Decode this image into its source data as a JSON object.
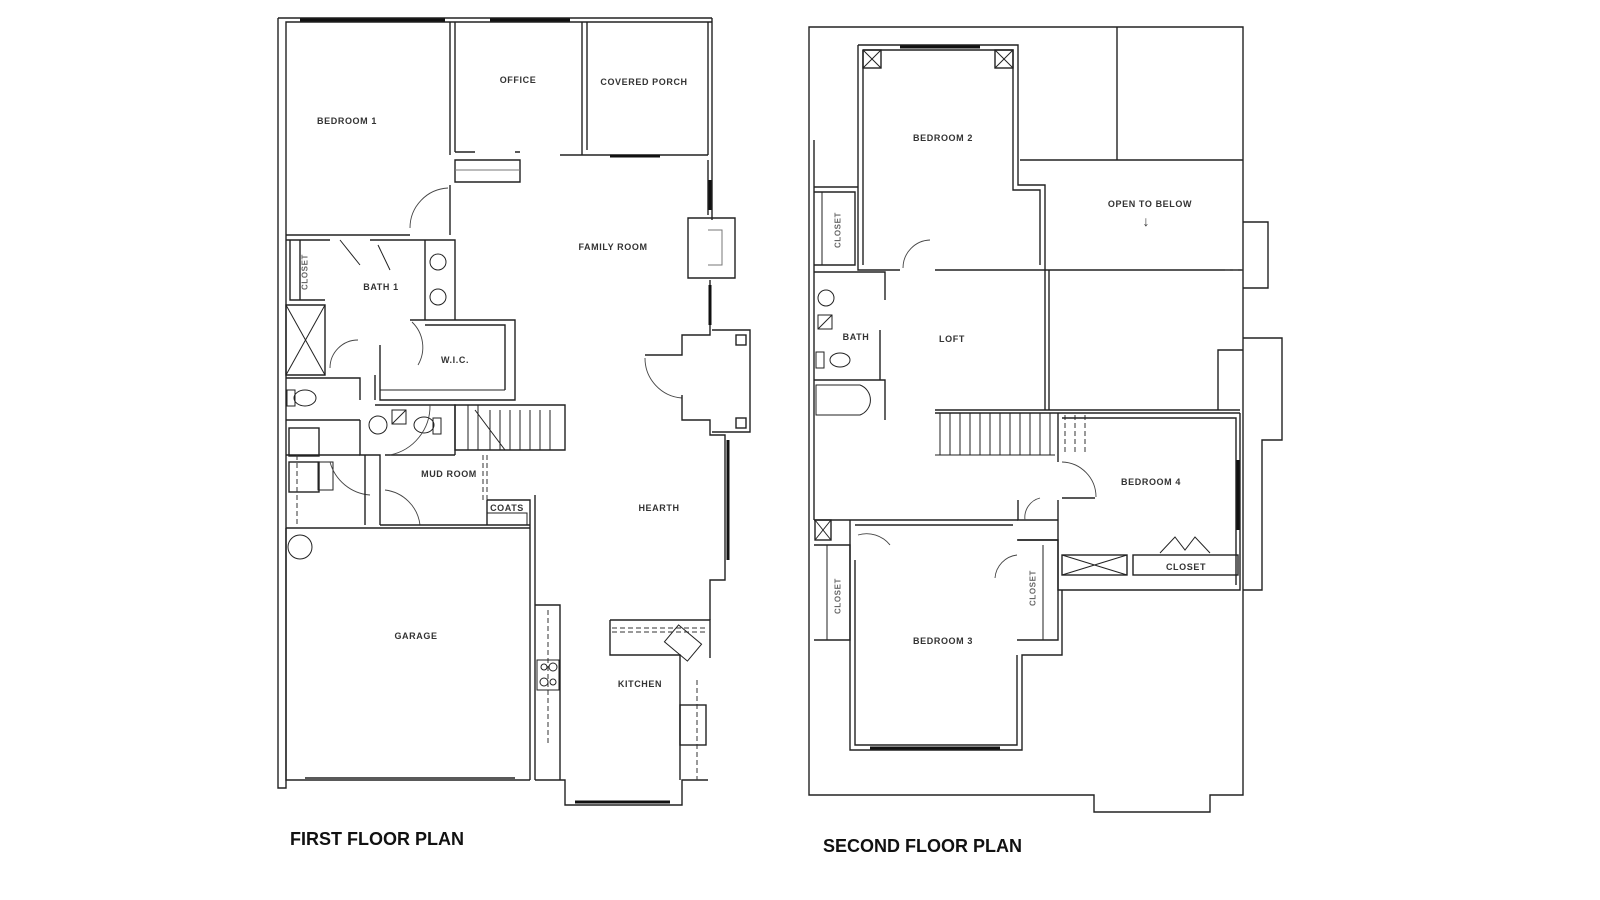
{
  "first_floor": {
    "title": "FIRST FLOOR PLAN",
    "rooms": {
      "bedroom1": "BEDROOM 1",
      "office": "OFFICE",
      "covered_porch": "COVERED PORCH",
      "family_room": "FAMILY ROOM",
      "bath1": "BATH 1",
      "closet": "CLOSET",
      "wic": "W.I.C.",
      "mud_room": "MUD ROOM",
      "coats": "COATS",
      "hearth": "HEARTH",
      "garage": "GARAGE",
      "kitchen": "KITCHEN"
    }
  },
  "second_floor": {
    "title": "SECOND FLOOR PLAN",
    "rooms": {
      "bedroom2": "BEDROOM 2",
      "open_to_below": "OPEN TO BELOW",
      "open_arrow": "↓",
      "closet_b2": "CLOSET",
      "bath": "BATH",
      "loft": "LOFT",
      "bedroom4": "BEDROOM 4",
      "closet_b4": "CLOSET",
      "bedroom3": "BEDROOM 3",
      "closet_b3_left": "CLOSET",
      "closet_b3_right": "CLOSET"
    }
  }
}
